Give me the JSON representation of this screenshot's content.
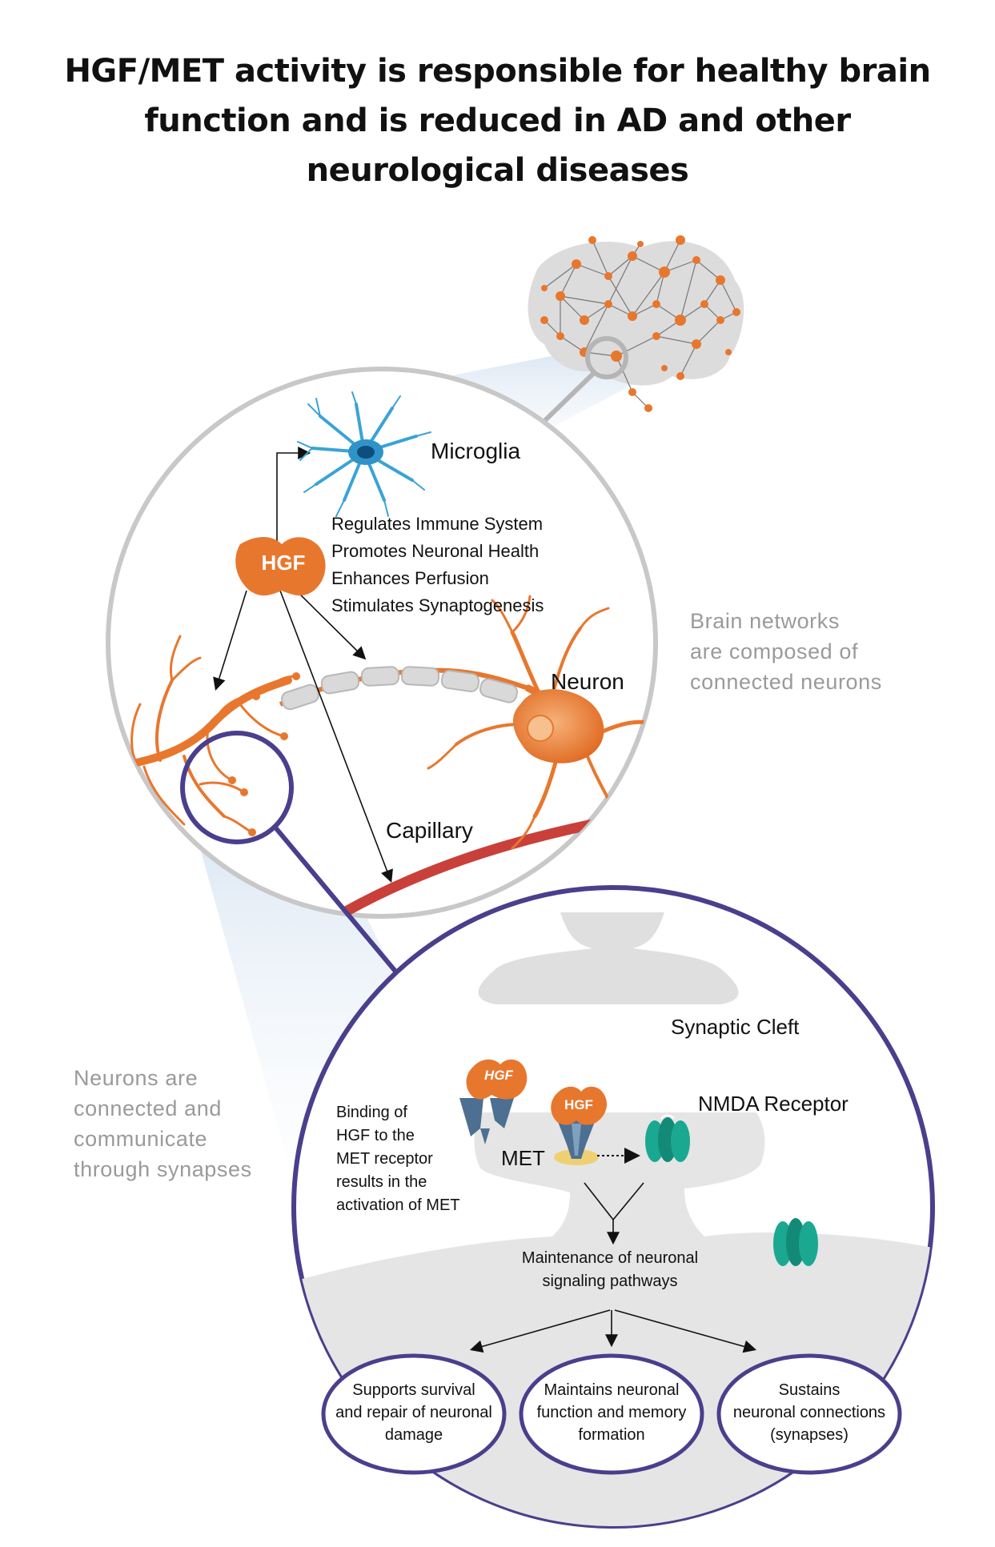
{
  "title": {
    "line1": "HGF/MET activity is responsible for healthy brain",
    "line2": "function and is reduced in AD and other",
    "line3": "neurological diseases"
  },
  "notes": {
    "brain_networks": [
      "Brain networks",
      "are composed of",
      "connected neurons"
    ],
    "neurons_connected": [
      "Neurons are",
      "connected and",
      "communicate",
      "through synapses"
    ]
  },
  "labels": {
    "microglia": "Microglia",
    "neuron": "Neuron",
    "capillary": "Capillary",
    "hgf": "HGF",
    "synaptic_cleft": "Synaptic Cleft",
    "nmda_receptor": "NMDA Receptor",
    "met": "MET"
  },
  "hgf_functions": [
    "Regulates Immune System",
    "Promotes Neuronal Health",
    "Enhances Perfusion",
    "Stimulates Synaptogenesis"
  ],
  "binding_text": [
    "Binding of",
    "HGF to the",
    "MET receptor",
    "results in the",
    "activation of MET"
  ],
  "maintenance": [
    "Maintenance of neuronal",
    "signaling pathways"
  ],
  "outcomes": [
    [
      "Supports survival",
      "and repair of neuronal",
      "damage"
    ],
    [
      "Maintains neuronal",
      "function and memory",
      "formation"
    ],
    [
      "Sustains",
      "neuronal connections",
      "(synapses)"
    ]
  ],
  "colors": {
    "orange": "#e8772e",
    "navy": "#4a3f8c",
    "grey_ring": "#c8c8c8",
    "capillary_red": "#c9403a",
    "microglia_blue": "#3aa3d6",
    "teal": "#1aa891"
  }
}
